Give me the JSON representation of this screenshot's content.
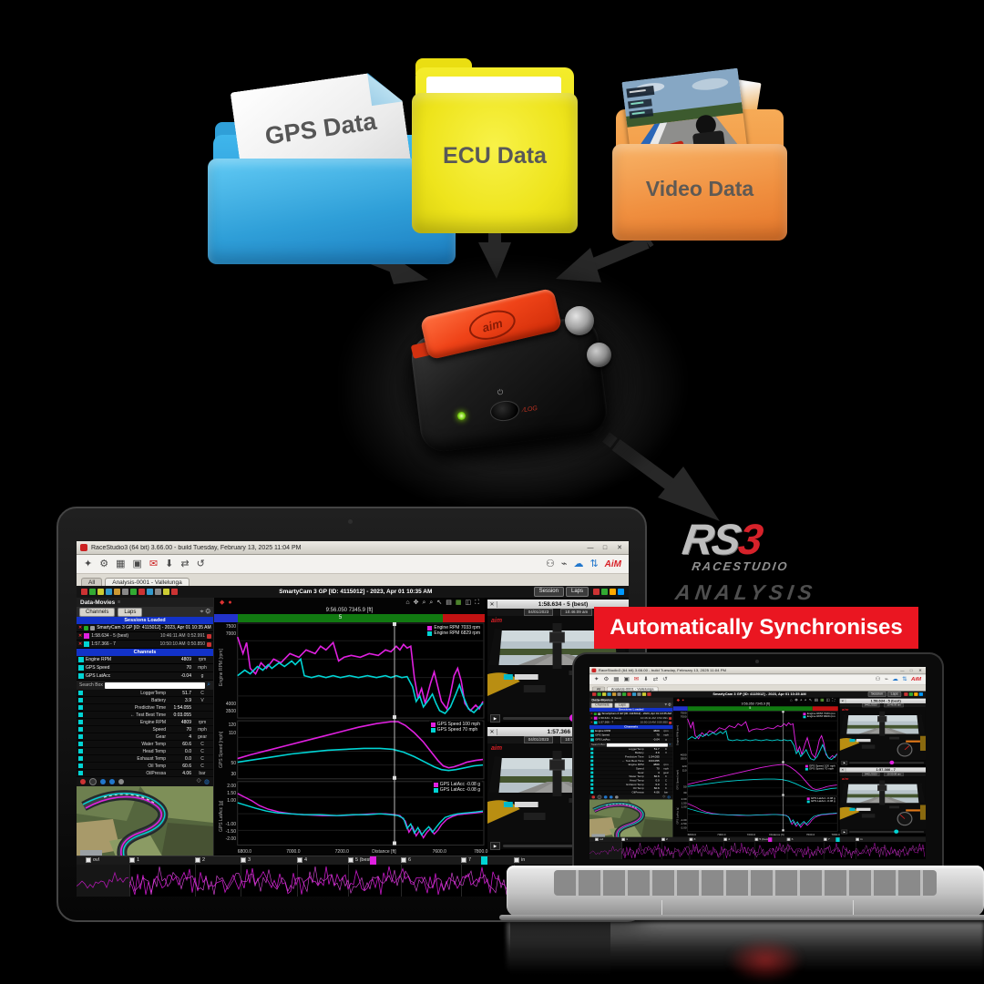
{
  "folders": {
    "gps": {
      "label": "GPS Data"
    },
    "ecu": {
      "label": "ECU Data"
    },
    "video": {
      "label": "Video Data"
    }
  },
  "logo": {
    "rs": "RS",
    "three": "3",
    "sub": "RACESTUDIO",
    "analysis": "ANALYSIS"
  },
  "banner": {
    "text": "Automatically Synchronises"
  },
  "colors": {
    "magenta": "#e020e0",
    "cyan": "#00d4d4",
    "banner_red": "#ea1621",
    "aim_red": "#d81f26"
  },
  "app": {
    "window_title": "RaceStudio3 (64 bit) 3.66.00 - build Tuesday, February 13, 2025 11:04 PM",
    "window_controls": {
      "minimize": "—",
      "maximize": "□",
      "close": "✕"
    },
    "aim_logo": "AiM",
    "tabs": {
      "all": "All",
      "analysis": "Analysis-0001 - Vallelunga"
    },
    "cmdbar": {
      "title": "SmartyCam 3 GP [ID: 4115012] - 2023, Apr 01 10:35 AM",
      "session_btn": "Session",
      "laps_btn": "Laps"
    },
    "sidebar": {
      "panel_title": "Data-Movies",
      "channels_btn": "Channels",
      "laps_btn": "Laps",
      "sessions_header": "Sessions Loaded",
      "session_row": "SmartyCam 3 GP [ID: 4115012] - 2023, Apr 01 10:35 AM",
      "laps": [
        {
          "label": "1:58.634 - 5 (best)",
          "time": "10:46:11 AM",
          "delta": "0:52.991",
          "color": "#e020e0"
        },
        {
          "label": "1:57.366 - 7",
          "time": "10:50:10 AM",
          "delta": "0:50.850",
          "color": "#00d4d4"
        }
      ],
      "channels_header": "Channels",
      "channels": [
        {
          "name": "Engine RPM",
          "value": "4809",
          "unit": "rpm"
        },
        {
          "name": "GPS Speed",
          "value": "70",
          "unit": "mph"
        },
        {
          "name": "GPS LatAcc",
          "value": "-0.04",
          "unit": "g"
        }
      ],
      "search_label": "Search Box",
      "rows": [
        {
          "name": "LoggerTemp",
          "value": "51.7",
          "unit": "C"
        },
        {
          "name": "Battery",
          "value": "3.9",
          "unit": "V"
        },
        {
          "name": "Predictive Time",
          "value": "1:54.055",
          "unit": ""
        },
        {
          "name": "← Test Best Time",
          "value": "0:03.055",
          "unit": ""
        },
        {
          "name": "Engine RPM",
          "value": "4809",
          "unit": "rpm"
        },
        {
          "name": "Speed",
          "value": "70",
          "unit": "mph"
        },
        {
          "name": "Gear",
          "value": "4",
          "unit": "gear"
        },
        {
          "name": "Water Temp",
          "value": "60.6",
          "unit": "C"
        },
        {
          "name": "Head Temp",
          "value": "0.0",
          "unit": "C"
        },
        {
          "name": "Exhaust Temp",
          "value": "0.0",
          "unit": "C"
        },
        {
          "name": "Oil Temp",
          "value": "60.6",
          "unit": "C"
        },
        {
          "name": "OilPressa",
          "value": "4.06",
          "unit": "bar"
        }
      ]
    },
    "chart": {
      "cursor_readout": "9:56.050   7345.9 [ft]",
      "lap_badge": "5",
      "rpm_title": "Engine RPM [rpm]",
      "speed_title": "GPS Speed [mph]",
      "lat_title": "GPS LatAcc [g]",
      "rpm_ticks": [
        "7500",
        "7000",
        "4000",
        "3500"
      ],
      "speed_ticks": [
        "120",
        "110",
        "50",
        "30"
      ],
      "lat_ticks": [
        "2.00",
        "1.50",
        "1.00",
        "-1.00",
        "-1.50",
        "-2.00"
      ],
      "x_ticks": [
        "6800.0",
        "7000.0",
        "7200.0"
      ],
      "x_label": "Distance [ft]",
      "x_ticks2": [
        "7600.0",
        "7800.0"
      ],
      "legends": {
        "rpm": [
          {
            "name": "Engine RPM",
            "value": "7033",
            "unit": "rpm",
            "color": "#e020e0"
          },
          {
            "name": "Engine RPM",
            "value": "6829",
            "unit": "rpm",
            "color": "#00d4d4"
          }
        ],
        "speed": [
          {
            "name": "GPS Speed",
            "value": "100",
            "unit": "mph",
            "color": "#e020e0"
          },
          {
            "name": "GPS Speed",
            "value": "70",
            "unit": "mph",
            "color": "#00d4d4"
          }
        ],
        "lat": [
          {
            "name": "GPS LatAcc",
            "value": "-0.08",
            "unit": "g",
            "color": "#e020e0"
          },
          {
            "name": "GPS LatAcc",
            "value": "-0.08",
            "unit": "g",
            "color": "#00d4d4"
          }
        ]
      }
    },
    "videos": [
      {
        "title": "1:58.634 - 5 (best)",
        "date_btn": "04/01/2023",
        "time_btn": "10:46:09 am",
        "dot_color": "#e020e0",
        "brand": "aim"
      },
      {
        "title": "1:57.366 - 7",
        "date_btn": "04/01/2023",
        "time_btn": "10:50:08 am",
        "dot_color": "#00d4d4",
        "brand": "aim"
      }
    ],
    "timeline": {
      "labels": [
        "ovl",
        "1",
        "2",
        "3",
        "4",
        "5 (best)",
        "6",
        "7",
        "in"
      ],
      "marker_best_color": "#e020e0",
      "marker_lap7_color": "#00d4d4"
    }
  },
  "chart_data": [
    {
      "type": "line",
      "title": "Engine RPM [rpm]",
      "xlabel": "Distance [ft]",
      "x_range": [
        6800,
        7800
      ],
      "y_ticks": [
        7500,
        7000,
        4000,
        3500
      ],
      "series": [
        {
          "name": "Engine RPM - lap 5 (best)",
          "color": "#e020e0",
          "unit": "rpm",
          "cursor_value": 7033,
          "x": [
            6800,
            6850,
            6900,
            6950,
            7000,
            7100,
            7200,
            7300,
            7345,
            7400,
            7450,
            7500,
            7550,
            7600,
            7700,
            7800
          ],
          "values": [
            7300,
            6700,
            7000,
            7150,
            7250,
            7300,
            7350,
            7400,
            7350,
            5400,
            6200,
            4800,
            5600,
            4200,
            4000,
            4600
          ]
        },
        {
          "name": "Engine RPM - lap 7",
          "color": "#00d4d4",
          "unit": "rpm",
          "cursor_value": 6829,
          "x": [
            6800,
            6850,
            6900,
            6950,
            7000,
            7100,
            7200,
            7300,
            7345,
            7400,
            7450,
            7500,
            7550,
            7600,
            7700,
            7800
          ],
          "values": [
            6200,
            6350,
            6500,
            6550,
            6600,
            6000,
            6050,
            6000,
            6050,
            5400,
            4600,
            5000,
            4200,
            3900,
            4400,
            4700
          ]
        }
      ]
    },
    {
      "type": "line",
      "title": "GPS Speed [mph]",
      "xlabel": "Distance [ft]",
      "x_range": [
        6800,
        7800
      ],
      "y_ticks": [
        120,
        110,
        50,
        30
      ],
      "series": [
        {
          "name": "GPS Speed - lap 5 (best)",
          "color": "#e020e0",
          "unit": "mph",
          "cursor_value": 100,
          "x": [
            6800,
            6900,
            7000,
            7100,
            7200,
            7300,
            7345,
            7400,
            7450,
            7500,
            7550,
            7600,
            7700,
            7800
          ],
          "values": [
            62,
            70,
            78,
            86,
            94,
            102,
            105,
            98,
            84,
            68,
            55,
            48,
            46,
            52
          ]
        },
        {
          "name": "GPS Speed - lap 7",
          "color": "#00d4d4",
          "unit": "mph",
          "cursor_value": 70,
          "x": [
            6800,
            6900,
            7000,
            7100,
            7200,
            7300,
            7345,
            7400,
            7450,
            7500,
            7550,
            7600,
            7700,
            7800
          ],
          "values": [
            58,
            62,
            66,
            70,
            73,
            75,
            75,
            72,
            64,
            55,
            48,
            44,
            46,
            50
          ]
        }
      ]
    },
    {
      "type": "line",
      "title": "GPS LatAcc [g]",
      "xlabel": "Distance [ft]",
      "x_range": [
        6800,
        7800
      ],
      "y_ticks": [
        2.0,
        1.5,
        1.0,
        -1.0,
        -1.5,
        -2.0
      ],
      "series": [
        {
          "name": "GPS LatAcc - lap 5 (best)",
          "color": "#e020e0",
          "unit": "g",
          "cursor_value": -0.08,
          "x": [
            6800,
            6900,
            7000,
            7100,
            7200,
            7300,
            7345,
            7400,
            7450,
            7500,
            7550,
            7600,
            7700,
            7800
          ],
          "values": [
            1.2,
            0.6,
            0.2,
            0.0,
            -0.05,
            -0.08,
            -0.08,
            -0.5,
            -1.4,
            -1.0,
            -1.5,
            -0.9,
            -0.2,
            0.0
          ]
        },
        {
          "name": "GPS LatAcc - lap 7",
          "color": "#00d4d4",
          "unit": "g",
          "cursor_value": -0.08,
          "x": [
            6800,
            6900,
            7000,
            7100,
            7200,
            7300,
            7345,
            7400,
            7450,
            7500,
            7550,
            7600,
            7700,
            7800
          ],
          "values": [
            0.7,
            0.3,
            0.1,
            0.0,
            -0.05,
            -0.08,
            -0.08,
            -0.4,
            -1.2,
            -0.9,
            -1.3,
            -0.7,
            -0.1,
            0.0
          ]
        }
      ]
    }
  ]
}
